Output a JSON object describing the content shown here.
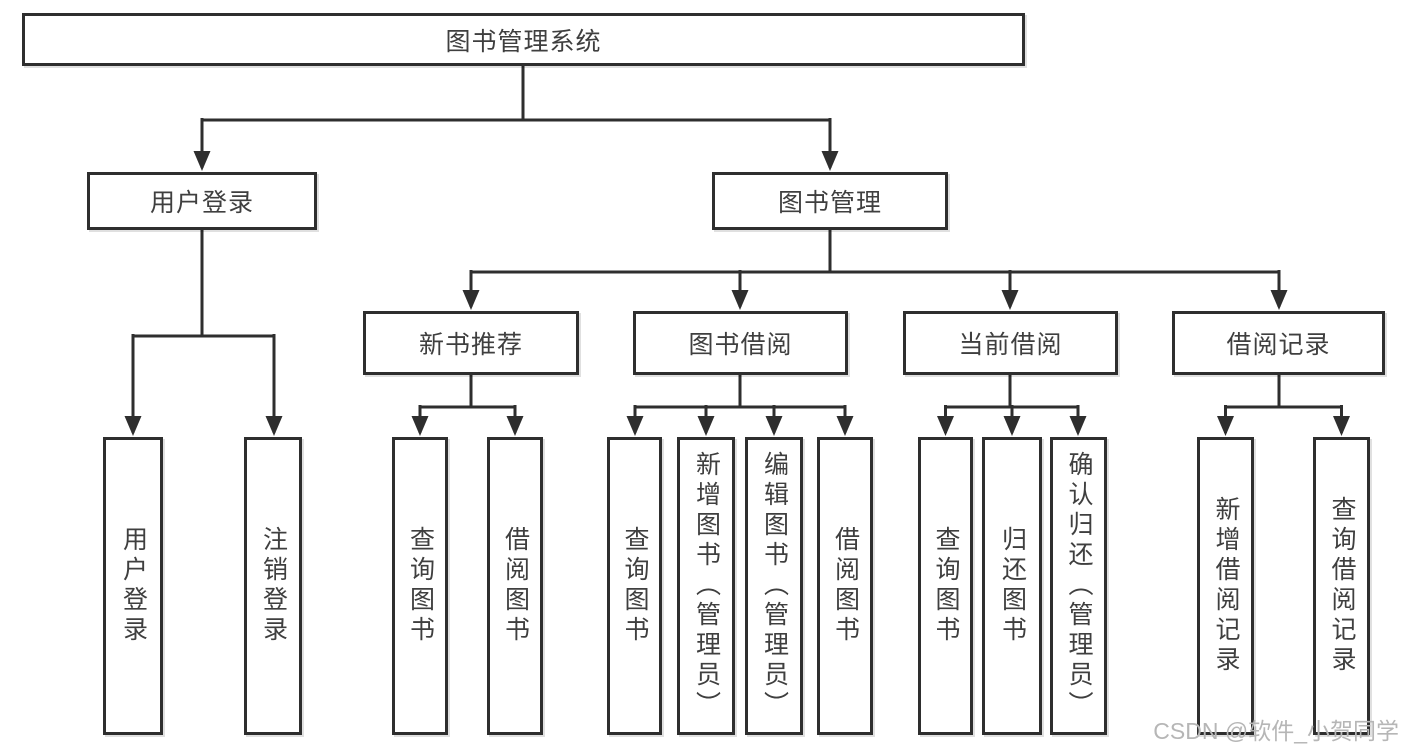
{
  "diagram_type": "hierarchy-tree",
  "tree": {
    "label": "图书管理系统",
    "children": [
      {
        "label": "用户登录",
        "children": [
          {
            "label": "用户登录"
          },
          {
            "label": "注销登录"
          }
        ]
      },
      {
        "label": "图书管理",
        "children": [
          {
            "label": "新书推荐",
            "children": [
              {
                "label": "查询图书"
              },
              {
                "label": "借阅图书"
              }
            ]
          },
          {
            "label": "图书借阅",
            "children": [
              {
                "label": "查询图书"
              },
              {
                "label": "新增图书（管理员）"
              },
              {
                "label": "编辑图书（管理员）"
              },
              {
                "label": "借阅图书"
              }
            ]
          },
          {
            "label": "当前借阅",
            "children": [
              {
                "label": "查询图书"
              },
              {
                "label": "归还图书"
              },
              {
                "label": "确认归还（管理员）"
              }
            ]
          },
          {
            "label": "借阅记录",
            "children": [
              {
                "label": "新增借阅记录"
              },
              {
                "label": "查询借阅记录"
              }
            ]
          }
        ]
      }
    ]
  },
  "watermark": {
    "text": "CSDN @软件_小贺同学"
  },
  "colors": {
    "line": "#2e2e2e",
    "box_border": "#2e2e2e",
    "text": "#3f3f3f",
    "background": "#ffffff",
    "watermark_text": "#b6b6b6"
  }
}
